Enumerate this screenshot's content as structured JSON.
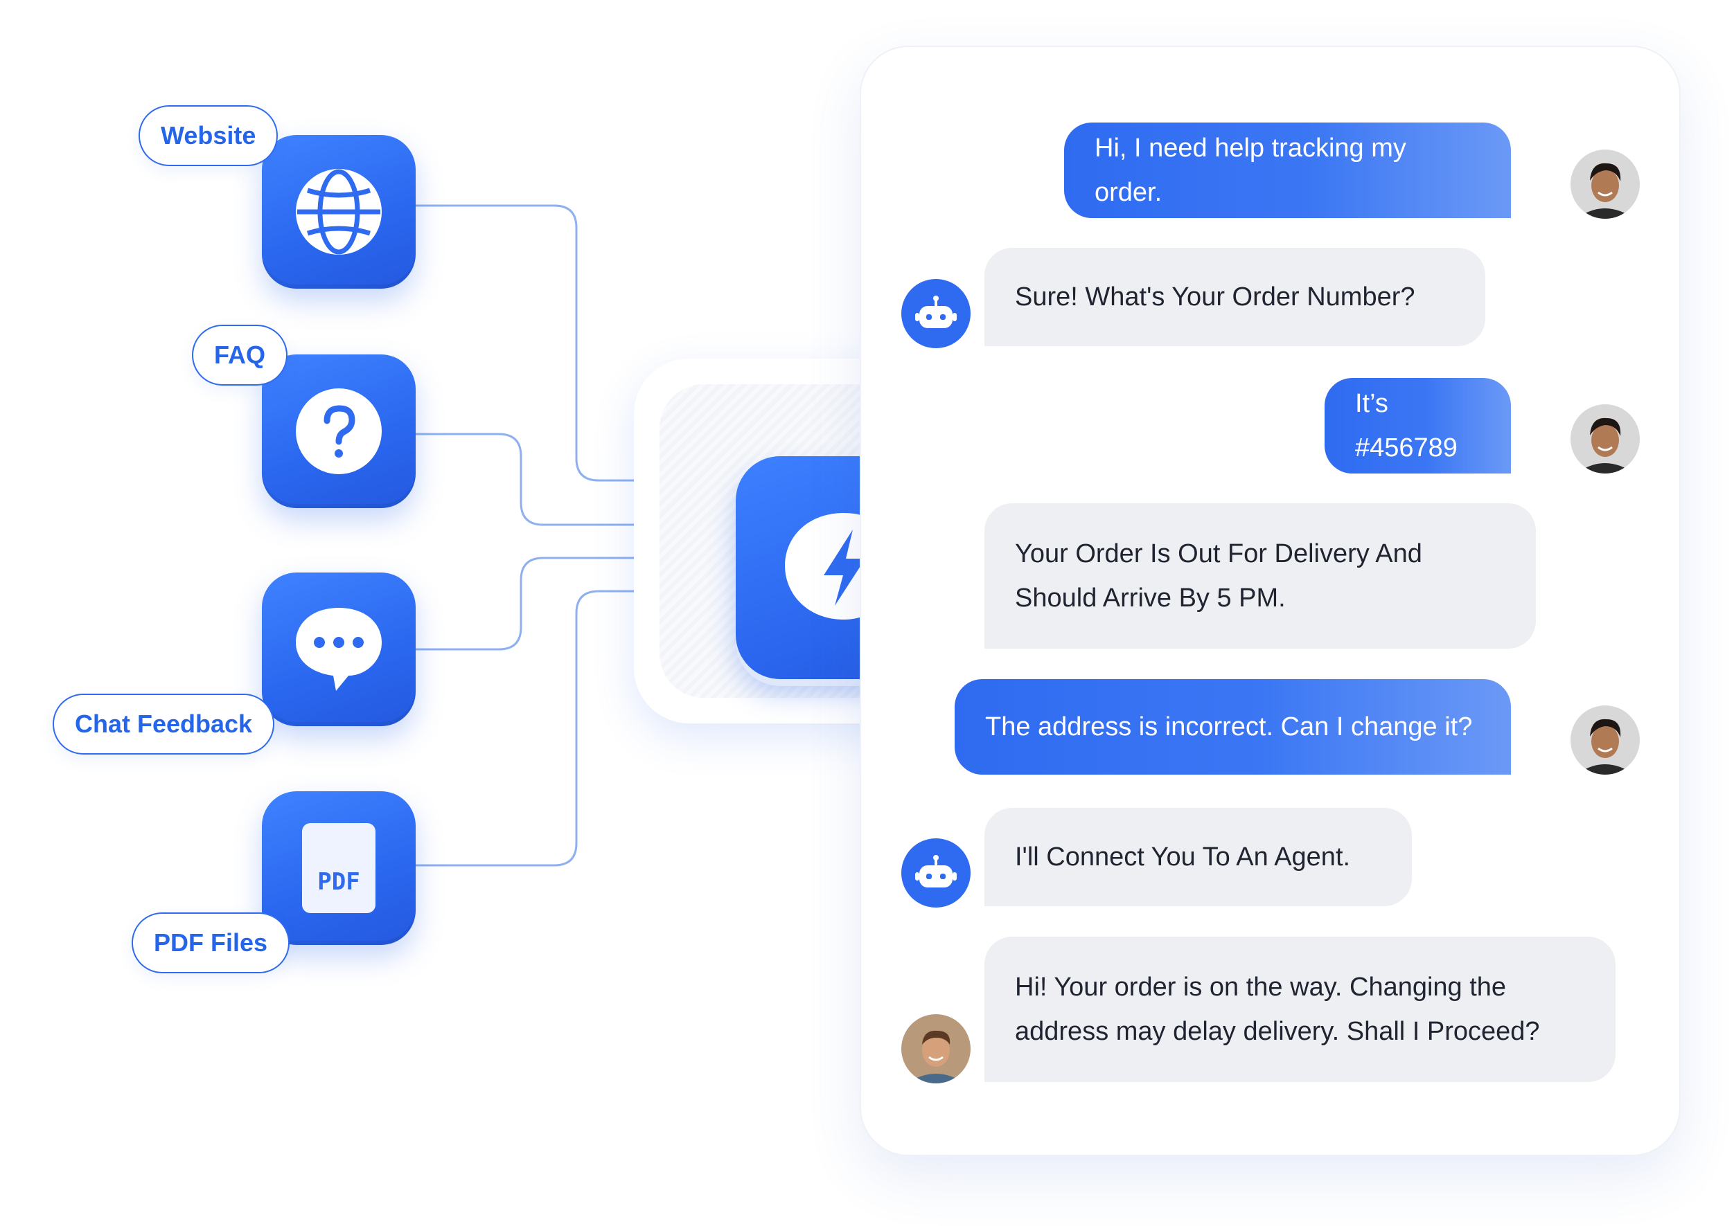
{
  "sources": [
    {
      "label": "Website",
      "icon": "globe-icon"
    },
    {
      "label": "FAQ",
      "icon": "question-icon"
    },
    {
      "label": "Chat Feedback",
      "icon": "chat-dots-icon"
    },
    {
      "label": "PDF Files",
      "icon": "pdf-icon",
      "badge": "PDF"
    }
  ],
  "hub": {
    "icon": "lightning-chat-icon"
  },
  "chat": {
    "messages": [
      {
        "sender": "user",
        "text": "Hi, I need help tracking my order."
      },
      {
        "sender": "bot",
        "text": "Sure! What's Your Order Number?"
      },
      {
        "sender": "user",
        "text": "It’s #456789"
      },
      {
        "sender": "bot",
        "lines": [
          "Your Order Is Out For Delivery And",
          "Should Arrive By 5 PM."
        ]
      },
      {
        "sender": "user",
        "text": "The address is incorrect. Can I change it?"
      },
      {
        "sender": "bot",
        "text": "I'll Connect You To An Agent."
      },
      {
        "sender": "agent",
        "lines": [
          "Hi! Your order is on the way. Changing the",
          "address may delay delivery. Shall I Proceed?"
        ]
      }
    ]
  },
  "colors": {
    "accent": "#2f6bf0",
    "bubble_gray": "#eeeff3",
    "connector": "#8fb0f0"
  }
}
